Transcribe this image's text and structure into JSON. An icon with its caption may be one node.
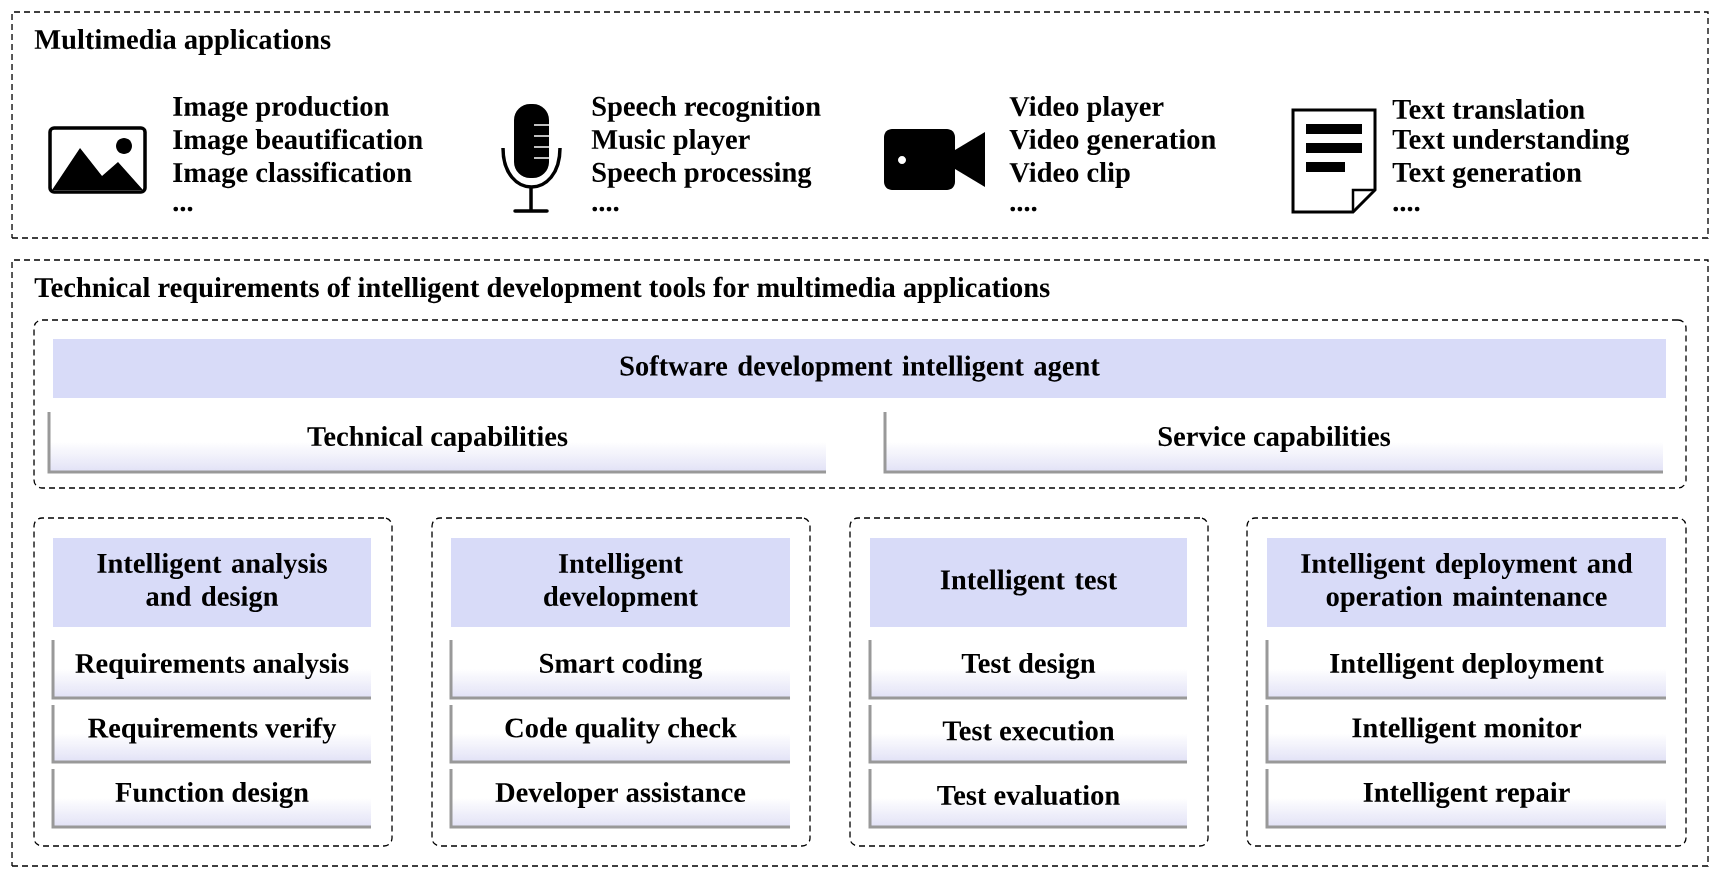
{
  "diagram": {
    "nodes": [
      {
        "text": [
          "Multimedia applications"
        ]
      },
      {
        "text": [
          "Technical requirements of intelligent development tools for multimedia applications"
        ]
      },
      {
        "text": [],
        "shape": "box",
        "in": 1
      },
      {
        "text": [
          "Software development intelligent agent"
        ],
        "in": 2
      },
      {
        "text": [
          "Technical capabilities"
        ],
        "in": 2
      },
      {
        "text": [
          "Service capabilities"
        ],
        "in": 2
      },
      {
        "text": [],
        "shape": "box",
        "in": 1
      },
      {
        "text": [
          "Intelligent analysis and design"
        ],
        "in": 6
      },
      {
        "text": [
          "Requirements analysis"
        ],
        "in": 6
      },
      {
        "text": [
          "Requirements verify"
        ],
        "in": 6
      },
      {
        "text": [
          "Function design"
        ],
        "in": 6
      },
      {
        "text": [],
        "shape": "box",
        "in": 1
      },
      {
        "text": [
          "Intelligent development"
        ],
        "in": 11
      },
      {
        "text": [
          "Smart coding"
        ],
        "in": 11
      },
      {
        "text": [
          "Code quality check"
        ],
        "in": 11
      },
      {
        "text": [
          "Developer assistance"
        ],
        "in": 11
      },
      {
        "text": [],
        "shape": "box",
        "in": 1
      },
      {
        "text": [
          "Intelligent test"
        ],
        "in": 16
      },
      {
        "text": [
          "Test design"
        ],
        "in": 16
      },
      {
        "text": [
          "Test execution"
        ],
        "in": 16
      },
      {
        "text": [
          "Test evaluation"
        ],
        "in": 16
      },
      {
        "text": [],
        "shape": "box",
        "in": 1
      },
      {
        "text": [
          "Intelligent deployment and operation maintenance"
        ],
        "in": 21
      },
      {
        "text": [
          "Intelligent deployment"
        ],
        "in": 21
      },
      {
        "text": [
          "Intelligent monitor"
        ],
        "in": 21
      },
      {
        "text": [
          "Intelligent repair"
        ],
        "in": 21
      }
    ],
    "labels": [
      "Image production",
      "Image beautification",
      "Image classification",
      "...",
      "Speech recognition",
      "Music player",
      "Speech processing",
      "....",
      "Video player",
      "Video generation",
      "Video clip",
      "....",
      "Text translation",
      "Text understanding",
      "Text generation",
      "...."
    ]
  }
}
